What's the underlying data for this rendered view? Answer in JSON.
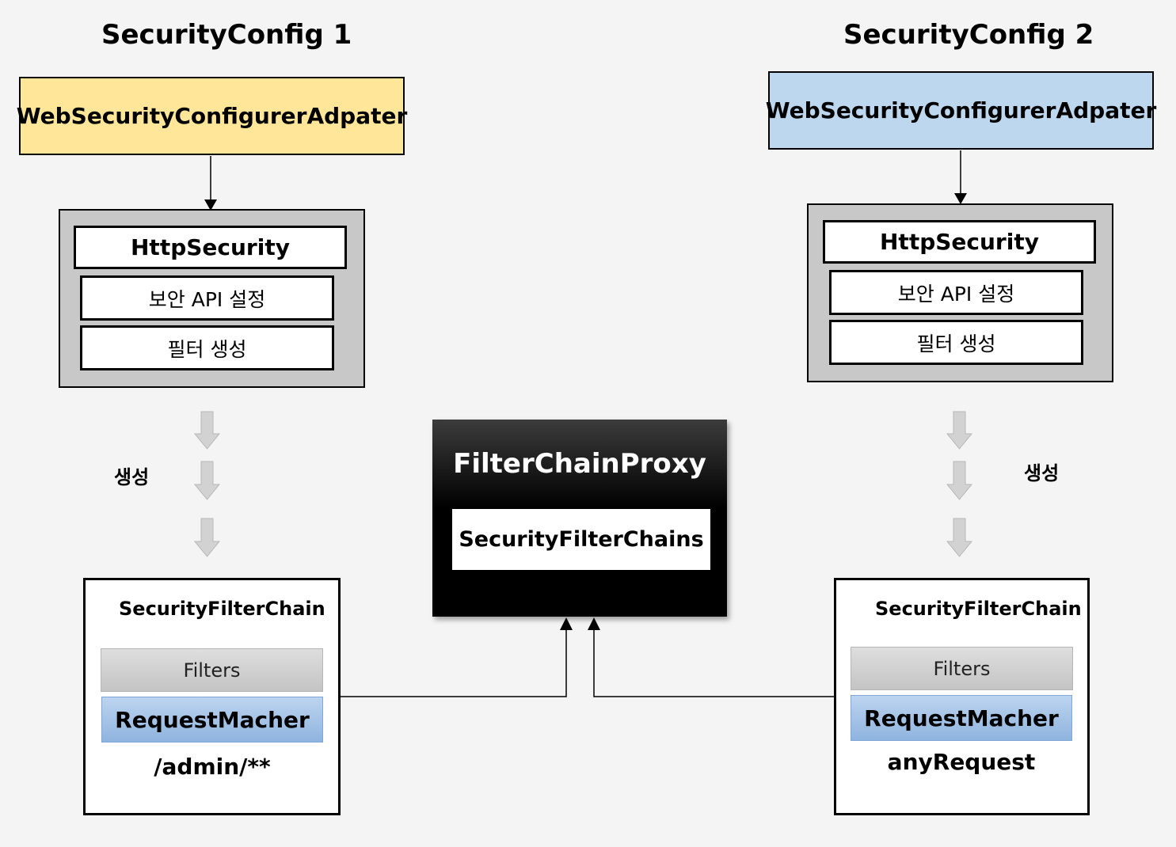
{
  "left": {
    "title": "SecurityConfig 1",
    "adapter": {
      "label": "WebSecurityConfigurerAdpater",
      "color": "#ffe699"
    },
    "http_security": {
      "title": "HttpSecurity",
      "items": [
        "보안 API 설정",
        "필터 생성"
      ]
    },
    "create_label": "생성",
    "chain": {
      "title": "SecurityFilterChain",
      "filters_label": "Filters",
      "matcher_label": "RequestMacher",
      "pattern": "/admin/**"
    }
  },
  "right": {
    "title": "SecurityConfig 2",
    "adapter": {
      "label": "WebSecurityConfigurerAdpater",
      "color": "#bdd7ee"
    },
    "http_security": {
      "title": "HttpSecurity",
      "items": [
        "보안 API 설정",
        "필터 생성"
      ]
    },
    "create_label": "생성",
    "chain": {
      "title": "SecurityFilterChain",
      "filters_label": "Filters",
      "matcher_label": "RequestMacher",
      "pattern": "anyRequest"
    }
  },
  "proxy": {
    "title": "FilterChainProxy",
    "inner_label": "SecurityFilterChains"
  }
}
